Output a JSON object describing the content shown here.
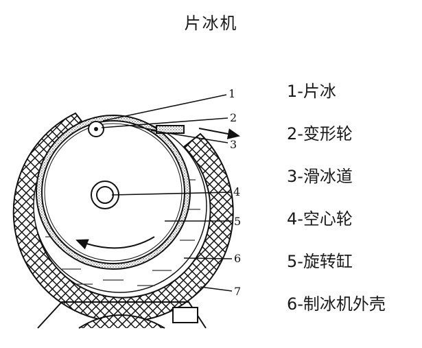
{
  "title": "片冰机",
  "callouts": [
    "1",
    "2",
    "3",
    "4",
    "5",
    "6",
    "7"
  ],
  "legend": [
    "1-片冰",
    "2-变形轮",
    "3-滑冰道",
    "4-空心轮",
    "5-旋转缸",
    "6-制冰机外壳"
  ]
}
